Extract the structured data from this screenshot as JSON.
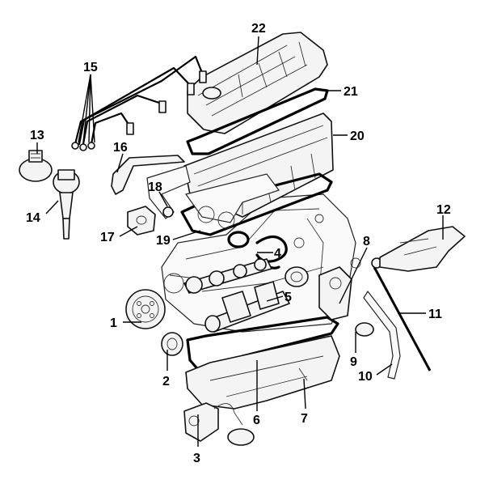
{
  "callouts": [
    {
      "id": "1",
      "label": "1"
    },
    {
      "id": "2",
      "label": "2"
    },
    {
      "id": "3",
      "label": "3"
    },
    {
      "id": "4",
      "label": "4"
    },
    {
      "id": "5",
      "label": "5"
    },
    {
      "id": "6",
      "label": "6"
    },
    {
      "id": "7",
      "label": "7"
    },
    {
      "id": "8",
      "label": "8"
    },
    {
      "id": "9",
      "label": "9"
    },
    {
      "id": "10",
      "label": "10"
    },
    {
      "id": "11",
      "label": "11"
    },
    {
      "id": "12",
      "label": "12"
    },
    {
      "id": "13",
      "label": "13"
    },
    {
      "id": "14",
      "label": "14"
    },
    {
      "id": "15",
      "label": "15"
    },
    {
      "id": "16",
      "label": "16"
    },
    {
      "id": "17",
      "label": "17"
    },
    {
      "id": "18",
      "label": "18"
    },
    {
      "id": "19",
      "label": "19"
    },
    {
      "id": "20",
      "label": "20"
    },
    {
      "id": "21",
      "label": "21"
    },
    {
      "id": "22",
      "label": "22"
    }
  ],
  "colors": {
    "ink": "#000000",
    "paper": "#ffffff",
    "part_fill": "#f4f4f4"
  }
}
